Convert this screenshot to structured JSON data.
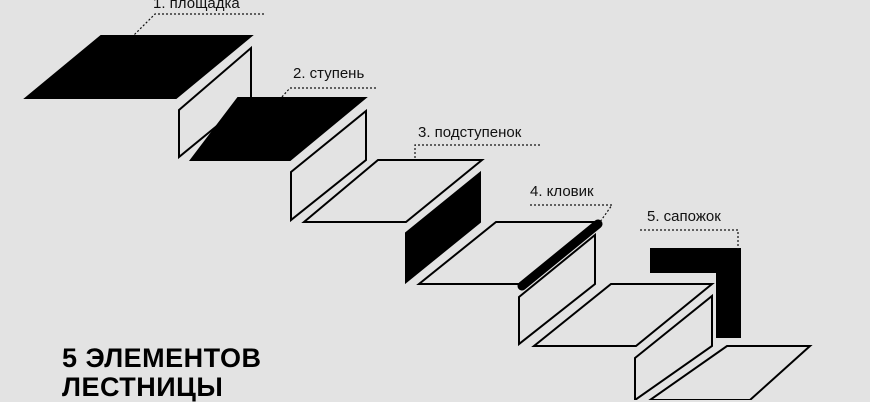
{
  "diagram": {
    "title_line1": "5 ЭЛЕМЕНТОВ",
    "title_line2": "ЛЕСТНИЦЫ",
    "callouts": [
      "1. площадка",
      "2. ступень",
      "3. подступенок",
      "4. кловик",
      "5. сапожок"
    ]
  },
  "colors": {
    "background": "#e3e3e3",
    "highlight": "#000000",
    "outline": "#000000"
  }
}
